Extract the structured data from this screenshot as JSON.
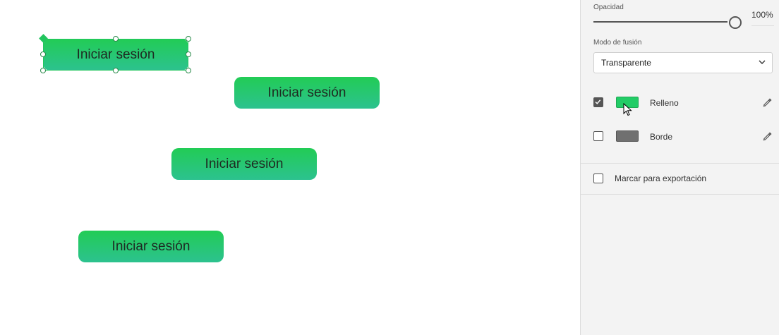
{
  "canvas": {
    "buttons": [
      {
        "label": "Iniciar sesión"
      },
      {
        "label": "Iniciar sesión"
      },
      {
        "label": "Iniciar sesión"
      },
      {
        "label": "Iniciar sesión"
      }
    ]
  },
  "panel": {
    "opacity": {
      "label": "Opacidad",
      "value": "100%",
      "level": 1.0
    },
    "blend": {
      "label": "Modo de fusión",
      "selected": "Transparente"
    },
    "fill": {
      "label": "Relleno",
      "checked": true,
      "color": "#22cc66",
      "icon": "eyedropper-icon"
    },
    "border": {
      "label": "Borde",
      "checked": false,
      "color": "#707070",
      "icon": "eyedropper-icon"
    },
    "export": {
      "label": "Marcar para exportación",
      "checked": false
    }
  },
  "colors": {
    "accent": "#22c55e",
    "button_top": "#22cc55",
    "button_bottom": "#2cc28f"
  }
}
